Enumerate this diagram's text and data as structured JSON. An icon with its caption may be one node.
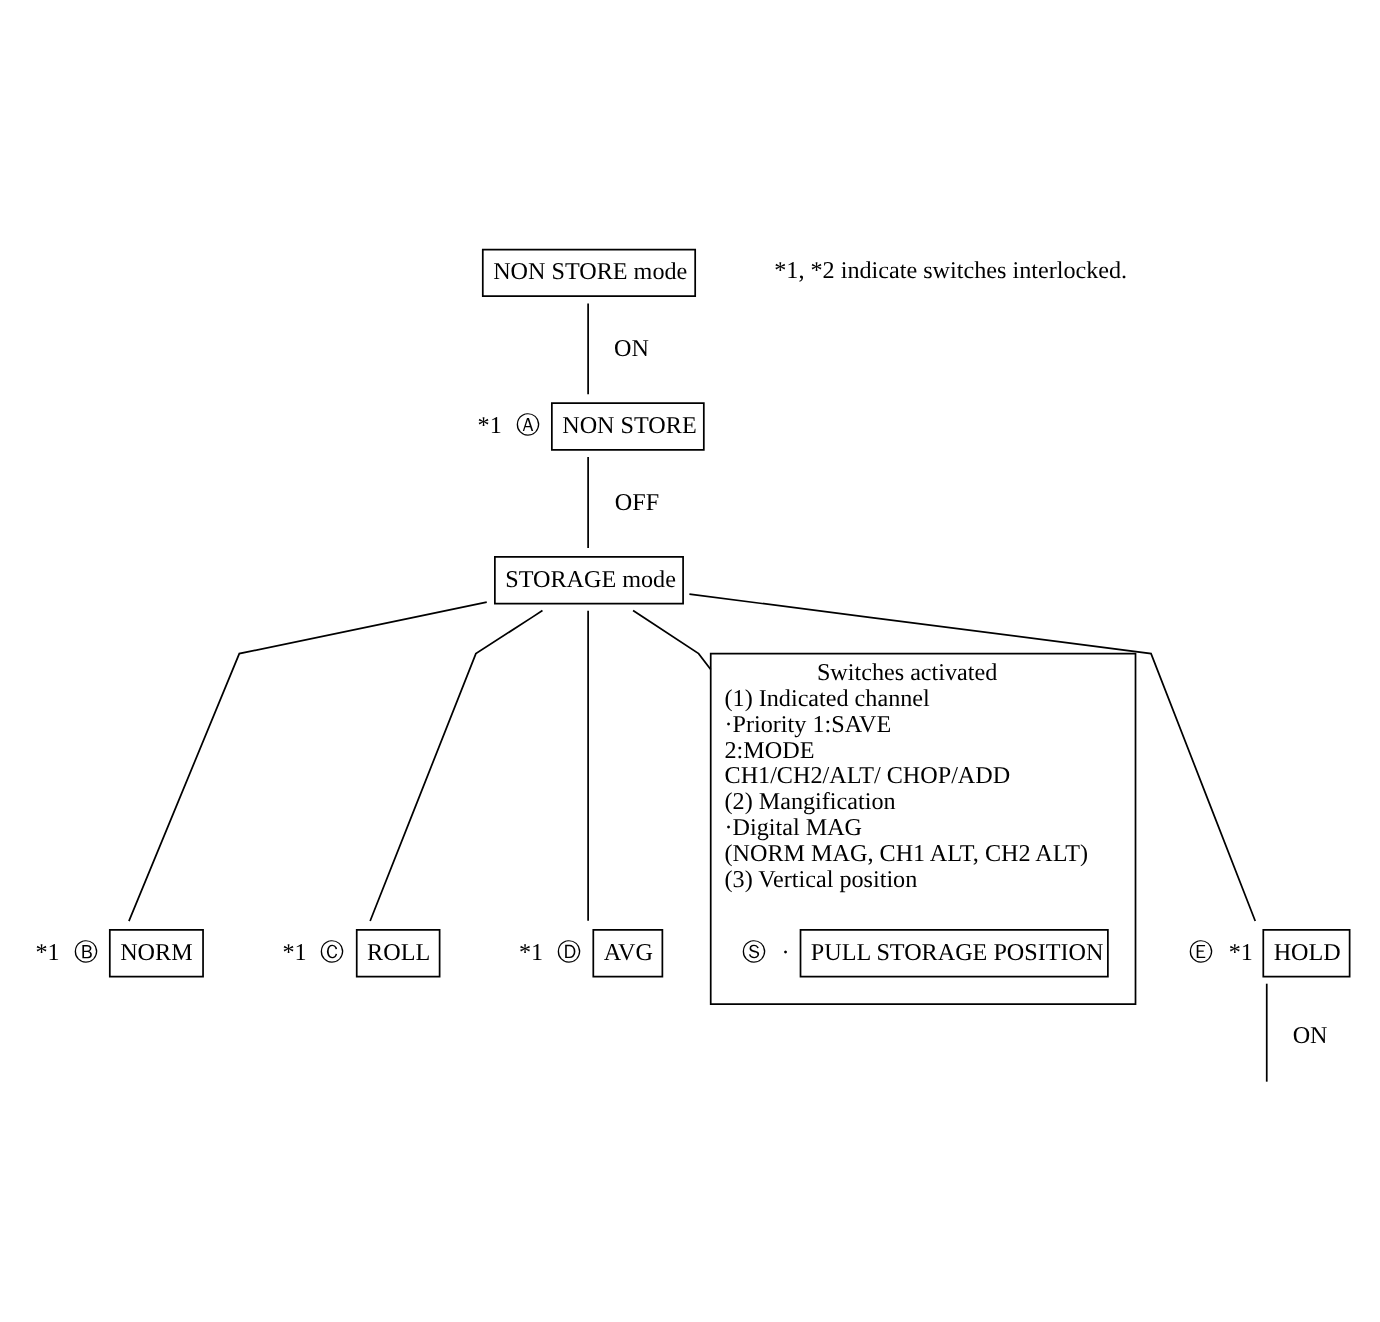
{
  "diagram": {
    "nodes": [
      {
        "text": [
          "NON STORE mode"
        ]
      },
      {
        "text": [
          "NON STORE"
        ],
        "beside": [
          "*1",
          "Ⓐ"
        ]
      },
      {
        "text": [
          "STORAGE mode"
        ]
      },
      {
        "text": [
          "NORM"
        ],
        "beside": [
          "*1",
          "Ⓑ"
        ]
      },
      {
        "text": [
          "ROLL"
        ],
        "beside": [
          "*1",
          "Ⓒ"
        ]
      },
      {
        "text": [
          "AVG"
        ],
        "beside": [
          "*1",
          "Ⓓ"
        ]
      },
      {
        "text": [
          "Switches activated",
          "(1) Indicated channel",
          "·Priority 1:SAVE",
          "2:MODE",
          "CH1/CH2/ALT/ CHOP/ADD",
          "(2) Mangification",
          "·Digital MAG",
          "(NORM MAG, CH1 ALT, CH2 ALT)",
          "(3) Vertical position"
        ]
      },
      {
        "text": [
          "PULL STORAGE POSITION"
        ],
        "in": 6,
        "beside": [
          "Ⓢ",
          "·"
        ]
      },
      {
        "text": [
          "HOLD"
        ],
        "beside": [
          "Ⓔ",
          "*1"
        ]
      }
    ],
    "edges": [
      {
        "from": 0,
        "to": 1,
        "arrow": "none",
        "label": "ON"
      },
      {
        "from": 1,
        "to": 2,
        "arrow": "none",
        "label": "OFF"
      },
      {
        "from": 2,
        "to": 3,
        "arrow": "none"
      },
      {
        "from": 2,
        "to": 4,
        "arrow": "none"
      },
      {
        "from": 2,
        "to": 5,
        "arrow": "none"
      },
      {
        "from": 2,
        "to": 6,
        "arrow": "none"
      },
      {
        "from": 2,
        "to": 8,
        "arrow": "none"
      },
      {
        "from": 8,
        "to": null,
        "arrow": "none",
        "label": "ON"
      }
    ],
    "labels": [
      "*1, *2 indicate switches interlocked."
    ]
  }
}
